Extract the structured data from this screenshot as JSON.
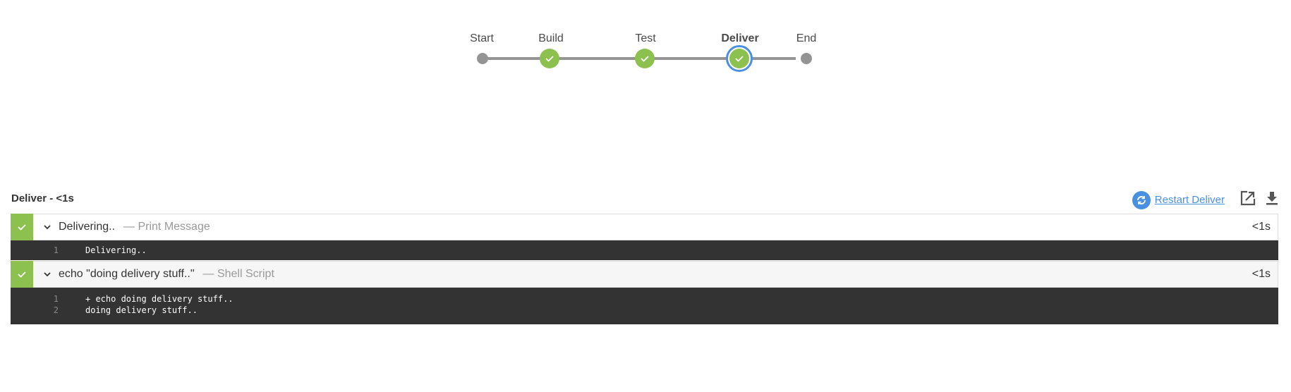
{
  "pipeline": {
    "stages": [
      {
        "label": "Start",
        "status": "none"
      },
      {
        "label": "Build",
        "status": "success"
      },
      {
        "label": "Test",
        "status": "success"
      },
      {
        "label": "Deliver",
        "status": "success",
        "selected": true
      },
      {
        "label": "End",
        "status": "none"
      }
    ]
  },
  "colors": {
    "success": "#8cc04f",
    "accent": "#4a90e2",
    "log_bg": "#333333",
    "node_gray": "#949494"
  },
  "panel": {
    "heading": "Deliver - <1s",
    "restart_label": "Restart Deliver",
    "icons": [
      "restart-icon",
      "popout-icon",
      "download-icon"
    ]
  },
  "steps": [
    {
      "name": "Delivering..",
      "type": "— Print Message",
      "duration": "<1s",
      "log": [
        {
          "n": "1",
          "text": "Delivering.."
        }
      ]
    },
    {
      "name": "echo \"doing delivery stuff..\"",
      "type": "— Shell Script",
      "duration": "<1s",
      "log": [
        {
          "n": "1",
          "text": "+ echo doing delivery stuff.."
        },
        {
          "n": "2",
          "text": "doing delivery stuff.."
        }
      ]
    }
  ]
}
